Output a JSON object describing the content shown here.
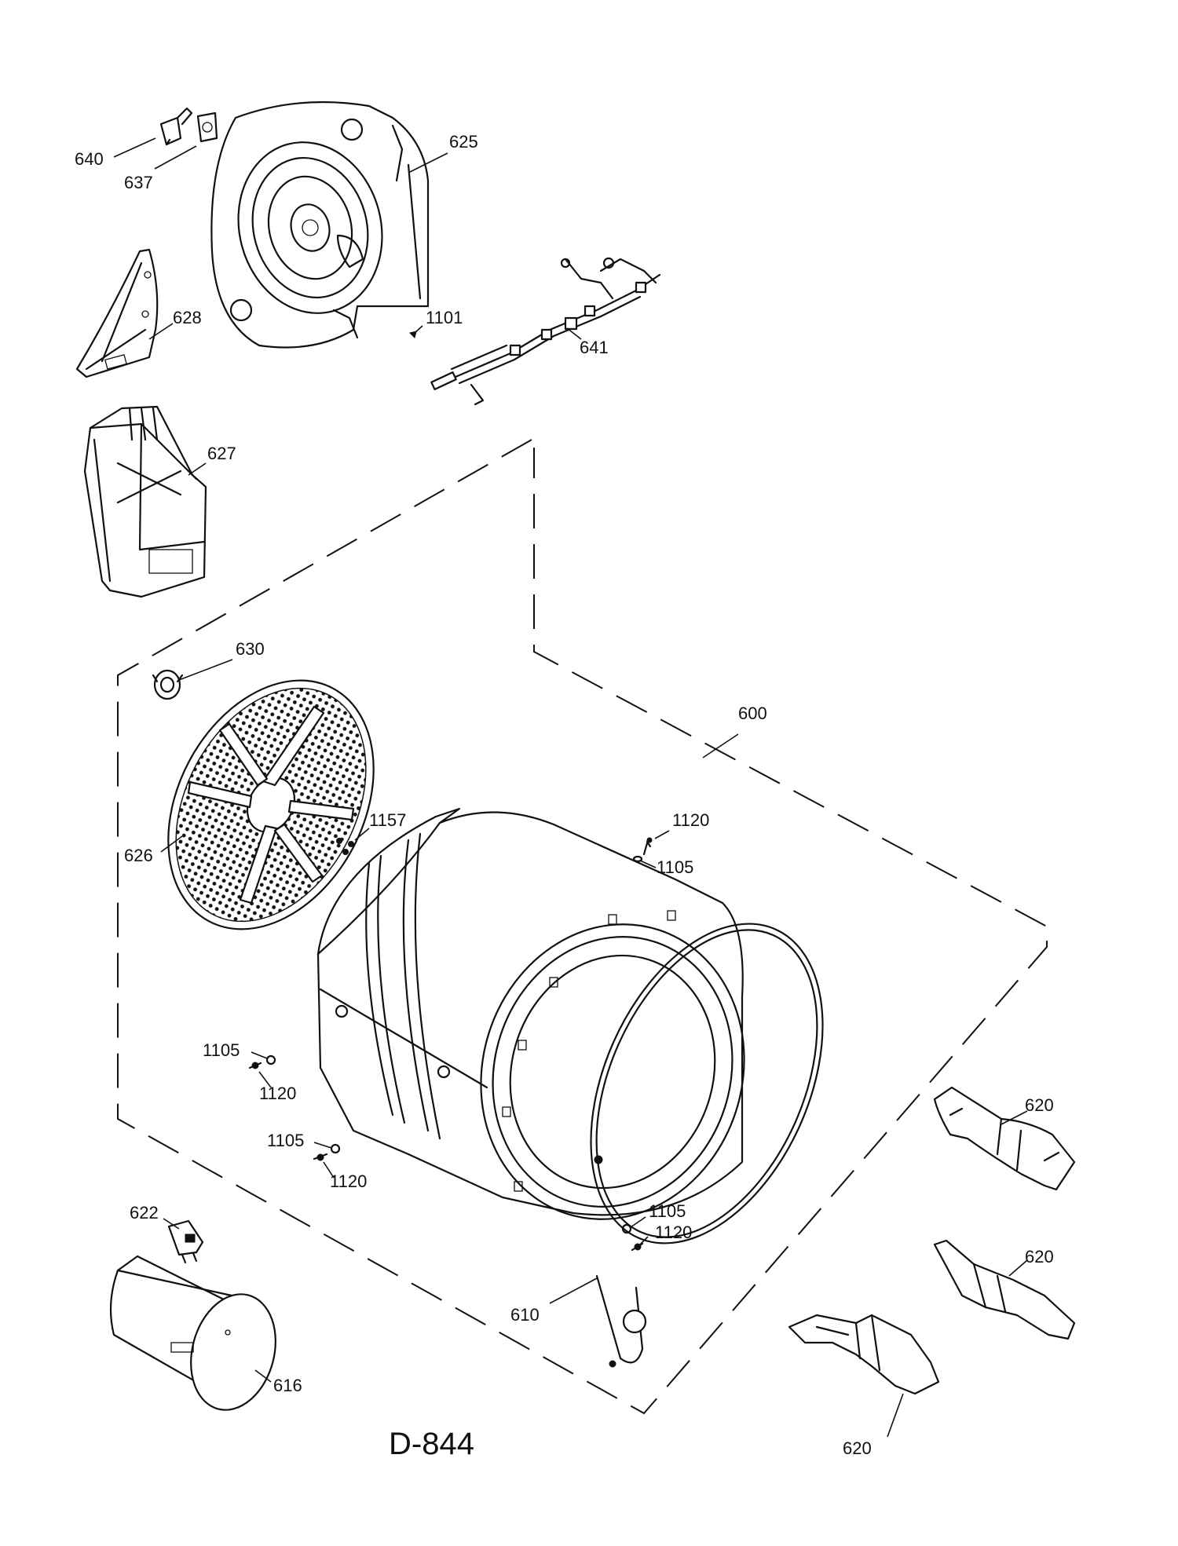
{
  "drawing": {
    "code": "D-844"
  },
  "callouts": {
    "c640": "640",
    "c637": "637",
    "c625": "625",
    "c628": "628",
    "c1101": "1101",
    "c641": "641",
    "c627": "627",
    "c630": "630",
    "c600": "600",
    "c626": "626",
    "c1157": "1157",
    "c1120_top": "1120",
    "c1105_top": "1105",
    "c1105_left1": "1105",
    "c1120_left1": "1120",
    "c1105_left2": "1105",
    "c1120_left2": "1120",
    "c620_a": "620",
    "c620_b": "620",
    "c620_c": "620",
    "c622": "622",
    "c1105_bottom": "1105",
    "c1120_bottom": "1120",
    "c610": "610",
    "c616": "616"
  }
}
